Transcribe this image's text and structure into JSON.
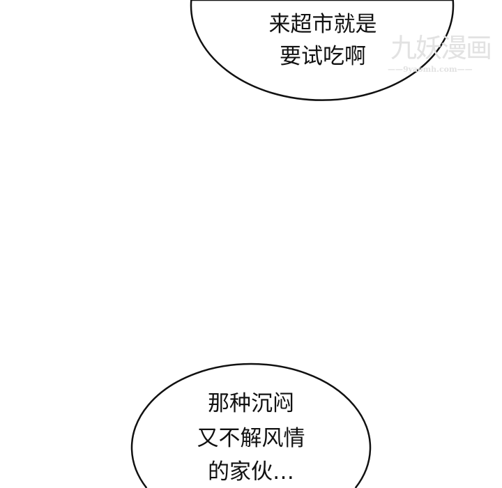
{
  "bubbles": [
    {
      "lines": [
        "来超市就是",
        "要试吃啊"
      ]
    },
    {
      "lines": [
        "那种沉闷",
        "又不解风情",
        "的家伙…"
      ]
    }
  ],
  "watermark": {
    "title": "九妖漫画",
    "url": "——9yaomh.com——"
  },
  "colors": {
    "outline": "#111111",
    "background": "#ffffff",
    "watermark": "#e2e2e2"
  }
}
